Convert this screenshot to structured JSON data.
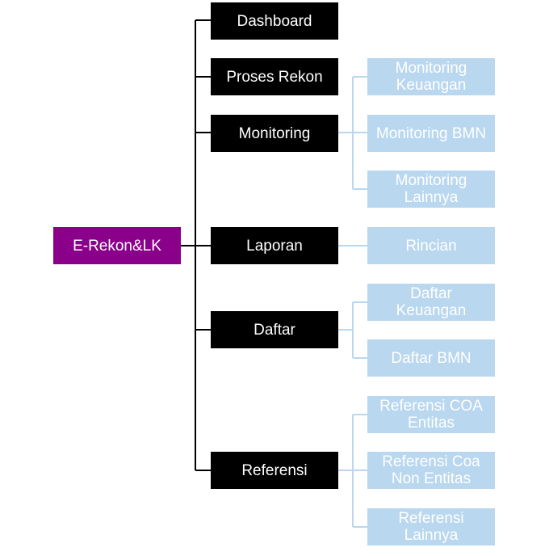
{
  "root": {
    "label": "E-Rekon&LK"
  },
  "menu": [
    {
      "label": "Dashboard",
      "children": []
    },
    {
      "label": "Proses Rekon",
      "children": []
    },
    {
      "label": "Monitoring",
      "children": [
        {
          "label": "Monitoring\nKeuangan"
        },
        {
          "label": "Monitoring BMN"
        },
        {
          "label": "Monitoring\nLainnya"
        }
      ]
    },
    {
      "label": "Laporan",
      "children": [
        {
          "label": "Rincian"
        }
      ]
    },
    {
      "label": "Daftar",
      "children": [
        {
          "label": "Daftar\nKeuangan"
        },
        {
          "label": "Daftar BMN"
        }
      ]
    },
    {
      "label": "Referensi",
      "children": [
        {
          "label": "Referensi COA\nEntitas"
        },
        {
          "label": "Referensi Coa\nNon Entitas"
        },
        {
          "label": "Referensi\nLainnya"
        }
      ]
    }
  ],
  "colors": {
    "root": "#8b008b",
    "main": "#000000",
    "sub": "#b9d7ef",
    "connector_main": "#000000",
    "connector_sub": "#b9d7ef"
  }
}
